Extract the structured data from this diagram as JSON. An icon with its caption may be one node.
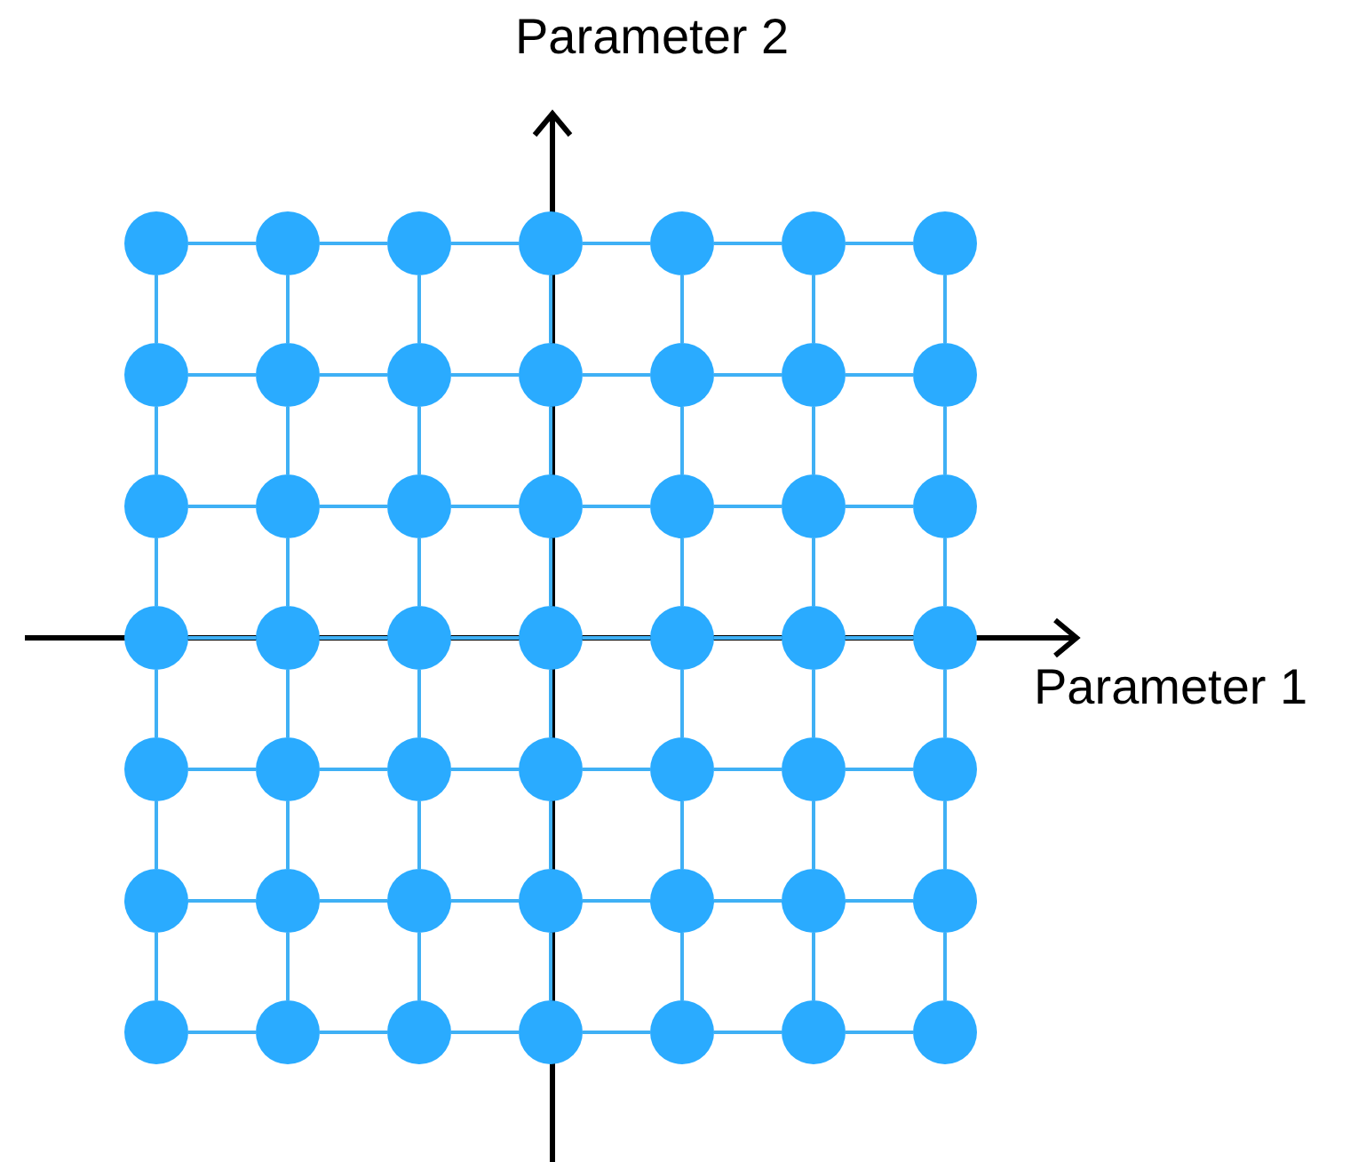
{
  "diagram": {
    "nodes": [
      {
        "text": [],
        "shape": "circle"
      },
      {
        "text": [],
        "shape": "circle"
      },
      {
        "text": [],
        "shape": "circle"
      },
      {
        "text": [],
        "shape": "circle"
      },
      {
        "text": [],
        "shape": "circle"
      },
      {
        "text": [],
        "shape": "circle"
      },
      {
        "text": [],
        "shape": "circle"
      },
      {
        "text": [],
        "shape": "circle"
      },
      {
        "text": [],
        "shape": "circle"
      },
      {
        "text": [],
        "shape": "circle"
      },
      {
        "text": [],
        "shape": "circle"
      },
      {
        "text": [],
        "shape": "circle"
      },
      {
        "text": [],
        "shape": "circle"
      },
      {
        "text": [],
        "shape": "circle"
      },
      {
        "text": [],
        "shape": "circle"
      },
      {
        "text": [],
        "shape": "circle"
      },
      {
        "text": [],
        "shape": "circle"
      },
      {
        "text": [],
        "shape": "circle"
      },
      {
        "text": [],
        "shape": "circle"
      },
      {
        "text": [],
        "shape": "circle"
      },
      {
        "text": [],
        "shape": "circle"
      },
      {
        "text": [],
        "shape": "circle"
      },
      {
        "text": [],
        "shape": "circle"
      },
      {
        "text": [],
        "shape": "circle"
      },
      {
        "text": [],
        "shape": "circle"
      },
      {
        "text": [],
        "shape": "circle"
      },
      {
        "text": [],
        "shape": "circle"
      },
      {
        "text": [],
        "shape": "circle"
      },
      {
        "text": [],
        "shape": "circle"
      },
      {
        "text": [],
        "shape": "circle"
      },
      {
        "text": [],
        "shape": "circle"
      },
      {
        "text": [],
        "shape": "circle"
      },
      {
        "text": [],
        "shape": "circle"
      },
      {
        "text": [],
        "shape": "circle"
      },
      {
        "text": [],
        "shape": "circle"
      },
      {
        "text": [],
        "shape": "circle"
      },
      {
        "text": [],
        "shape": "circle"
      },
      {
        "text": [],
        "shape": "circle"
      },
      {
        "text": [],
        "shape": "circle"
      },
      {
        "text": [],
        "shape": "circle"
      },
      {
        "text": [],
        "shape": "circle"
      },
      {
        "text": [],
        "shape": "circle"
      },
      {
        "text": [],
        "shape": "circle"
      },
      {
        "text": [],
        "shape": "circle"
      },
      {
        "text": [],
        "shape": "circle"
      },
      {
        "text": [],
        "shape": "circle"
      },
      {
        "text": [],
        "shape": "circle"
      },
      {
        "text": [],
        "shape": "circle"
      },
      {
        "text": [],
        "shape": "circle"
      }
    ],
    "edges": [
      {
        "from": 0,
        "to": 1,
        "arrow": "none"
      },
      {
        "from": 1,
        "to": 2,
        "arrow": "none"
      },
      {
        "from": 2,
        "to": 3,
        "arrow": "none"
      },
      {
        "from": 3,
        "to": 4,
        "arrow": "none"
      },
      {
        "from": 4,
        "to": 5,
        "arrow": "none"
      },
      {
        "from": 5,
        "to": 6,
        "arrow": "none"
      },
      {
        "from": 7,
        "to": 8,
        "arrow": "none"
      },
      {
        "from": 8,
        "to": 9,
        "arrow": "none"
      },
      {
        "from": 9,
        "to": 10,
        "arrow": "none"
      },
      {
        "from": 10,
        "to": 11,
        "arrow": "none"
      },
      {
        "from": 11,
        "to": 12,
        "arrow": "none"
      },
      {
        "from": 12,
        "to": 13,
        "arrow": "none"
      },
      {
        "from": 14,
        "to": 15,
        "arrow": "none"
      },
      {
        "from": 15,
        "to": 16,
        "arrow": "none"
      },
      {
        "from": 16,
        "to": 17,
        "arrow": "none"
      },
      {
        "from": 17,
        "to": 18,
        "arrow": "none"
      },
      {
        "from": 18,
        "to": 19,
        "arrow": "none"
      },
      {
        "from": 19,
        "to": 20,
        "arrow": "none"
      },
      {
        "from": 21,
        "to": 22,
        "arrow": "none"
      },
      {
        "from": 22,
        "to": 23,
        "arrow": "none"
      },
      {
        "from": 23,
        "to": 24,
        "arrow": "none"
      },
      {
        "from": 24,
        "to": 25,
        "arrow": "none"
      },
      {
        "from": 25,
        "to": 26,
        "arrow": "none"
      },
      {
        "from": 26,
        "to": 27,
        "arrow": "none"
      },
      {
        "from": 28,
        "to": 29,
        "arrow": "none"
      },
      {
        "from": 29,
        "to": 30,
        "arrow": "none"
      },
      {
        "from": 30,
        "to": 31,
        "arrow": "none"
      },
      {
        "from": 31,
        "to": 32,
        "arrow": "none"
      },
      {
        "from": 32,
        "to": 33,
        "arrow": "none"
      },
      {
        "from": 33,
        "to": 34,
        "arrow": "none"
      },
      {
        "from": 35,
        "to": 36,
        "arrow": "none"
      },
      {
        "from": 36,
        "to": 37,
        "arrow": "none"
      },
      {
        "from": 37,
        "to": 38,
        "arrow": "none"
      },
      {
        "from": 38,
        "to": 39,
        "arrow": "none"
      },
      {
        "from": 39,
        "to": 40,
        "arrow": "none"
      },
      {
        "from": 40,
        "to": 41,
        "arrow": "none"
      },
      {
        "from": 42,
        "to": 43,
        "arrow": "none"
      },
      {
        "from": 43,
        "to": 44,
        "arrow": "none"
      },
      {
        "from": 44,
        "to": 45,
        "arrow": "none"
      },
      {
        "from": 45,
        "to": 46,
        "arrow": "none"
      },
      {
        "from": 46,
        "to": 47,
        "arrow": "none"
      },
      {
        "from": 47,
        "to": 48,
        "arrow": "none"
      },
      {
        "from": 0,
        "to": 7,
        "arrow": "none"
      },
      {
        "from": 1,
        "to": 8,
        "arrow": "none"
      },
      {
        "from": 2,
        "to": 9,
        "arrow": "none"
      },
      {
        "from": 3,
        "to": 10,
        "arrow": "none"
      },
      {
        "from": 4,
        "to": 11,
        "arrow": "none"
      },
      {
        "from": 5,
        "to": 12,
        "arrow": "none"
      },
      {
        "from": 6,
        "to": 13,
        "arrow": "none"
      },
      {
        "from": 7,
        "to": 14,
        "arrow": "none"
      },
      {
        "from": 8,
        "to": 15,
        "arrow": "none"
      },
      {
        "from": 9,
        "to": 16,
        "arrow": "none"
      },
      {
        "from": 10,
        "to": 17,
        "arrow": "none"
      },
      {
        "from": 11,
        "to": 18,
        "arrow": "none"
      },
      {
        "from": 12,
        "to": 19,
        "arrow": "none"
      },
      {
        "from": 13,
        "to": 20,
        "arrow": "none"
      },
      {
        "from": 14,
        "to": 21,
        "arrow": "none"
      },
      {
        "from": 15,
        "to": 22,
        "arrow": "none"
      },
      {
        "from": 16,
        "to": 23,
        "arrow": "none"
      },
      {
        "from": 17,
        "to": 24,
        "arrow": "none"
      },
      {
        "from": 18,
        "to": 25,
        "arrow": "none"
      },
      {
        "from": 19,
        "to": 26,
        "arrow": "none"
      },
      {
        "from": 20,
        "to": 27,
        "arrow": "none"
      },
      {
        "from": 21,
        "to": 28,
        "arrow": "none"
      },
      {
        "from": 22,
        "to": 29,
        "arrow": "none"
      },
      {
        "from": 23,
        "to": 30,
        "arrow": "none"
      },
      {
        "from": 24,
        "to": 31,
        "arrow": "none"
      },
      {
        "from": 25,
        "to": 32,
        "arrow": "none"
      },
      {
        "from": 26,
        "to": 33,
        "arrow": "none"
      },
      {
        "from": 27,
        "to": 34,
        "arrow": "none"
      },
      {
        "from": 28,
        "to": 35,
        "arrow": "none"
      },
      {
        "from": 29,
        "to": 36,
        "arrow": "none"
      },
      {
        "from": 30,
        "to": 37,
        "arrow": "none"
      },
      {
        "from": 31,
        "to": 38,
        "arrow": "none"
      },
      {
        "from": 32,
        "to": 39,
        "arrow": "none"
      },
      {
        "from": 33,
        "to": 40,
        "arrow": "none"
      },
      {
        "from": 34,
        "to": 41,
        "arrow": "none"
      },
      {
        "from": 35,
        "to": 42,
        "arrow": "none"
      },
      {
        "from": 36,
        "to": 43,
        "arrow": "none"
      },
      {
        "from": 37,
        "to": 44,
        "arrow": "none"
      },
      {
        "from": 38,
        "to": 45,
        "arrow": "none"
      },
      {
        "from": 39,
        "to": 46,
        "arrow": "none"
      },
      {
        "from": 40,
        "to": 47,
        "arrow": "none"
      },
      {
        "from": 41,
        "to": 48,
        "arrow": "none"
      }
    ],
    "labels": [
      "Parameter 2",
      "Parameter 1"
    ]
  }
}
